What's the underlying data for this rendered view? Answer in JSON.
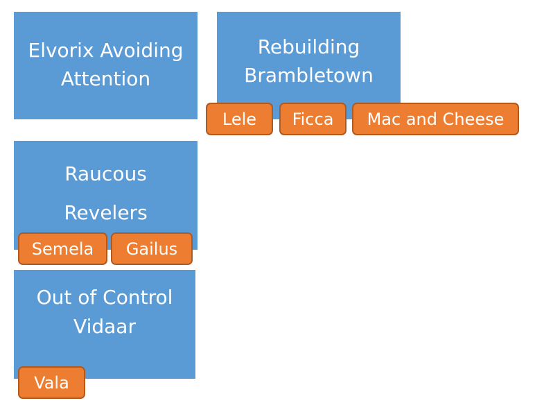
{
  "groups": [
    {
      "title_lines": [
        "Elvorix Avoiding",
        "Attention"
      ],
      "tags": []
    },
    {
      "title_lines": [
        "Rebuilding",
        "Brambletown"
      ],
      "tags": [
        "Lele",
        "Ficca",
        "Mac and Cheese"
      ]
    },
    {
      "title_lines": [
        "Raucous",
        "Revelers"
      ],
      "tags": [
        "Semela",
        "Gailus"
      ]
    },
    {
      "title_lines": [
        "Out of Control",
        "Vidaar"
      ],
      "tags": [
        "Vala"
      ]
    }
  ],
  "colors": {
    "card_fill": "#5b9bd5",
    "tag_fill": "#ed7d31",
    "tag_border": "#ae5a21",
    "text": "#ffffff"
  }
}
